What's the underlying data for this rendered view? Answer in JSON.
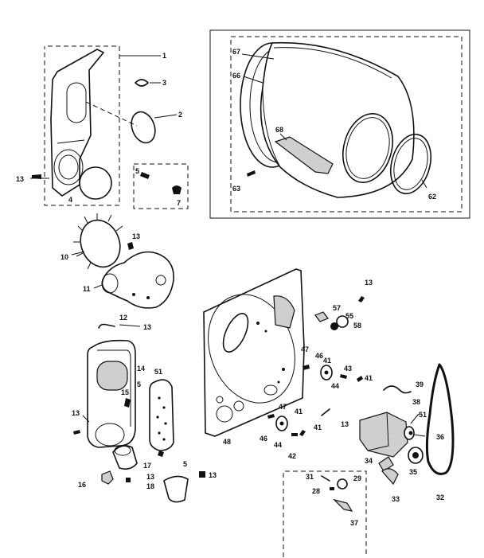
{
  "callouts": {
    "c1": "1",
    "c2": "2",
    "c3": "3",
    "c4": "4",
    "c5a": "5",
    "c7": "7",
    "c13a": "13",
    "c62": "62",
    "c63": "63",
    "c66": "66",
    "c67": "67",
    "c68": "68",
    "c10": "10",
    "c11": "11",
    "c13b": "13",
    "c12": "12",
    "c13c": "13",
    "c14": "14",
    "c15": "15",
    "c5b": "5",
    "c51a": "51",
    "c13d": "13",
    "c17": "17",
    "c5c": "5",
    "c16": "16",
    "c13e": "13",
    "c18": "18",
    "c13f": "13",
    "c13g": "13",
    "c57": "57",
    "c55": "55",
    "c58": "58",
    "c47a": "47",
    "c46a": "46",
    "c41a": "41",
    "c43": "43",
    "c44a": "44",
    "c41b": "41",
    "c39": "39",
    "c38": "38",
    "c47b": "47",
    "c41c": "41",
    "c46b": "46",
    "c44b": "44",
    "c41d": "41",
    "c42": "42",
    "c13h": "13",
    "c48": "48",
    "c51b": "51",
    "c36": "36",
    "c34": "34",
    "c35": "35",
    "c32": "32",
    "c33": "33",
    "c31": "31",
    "c29": "29",
    "c28": "28",
    "c37": "37"
  }
}
